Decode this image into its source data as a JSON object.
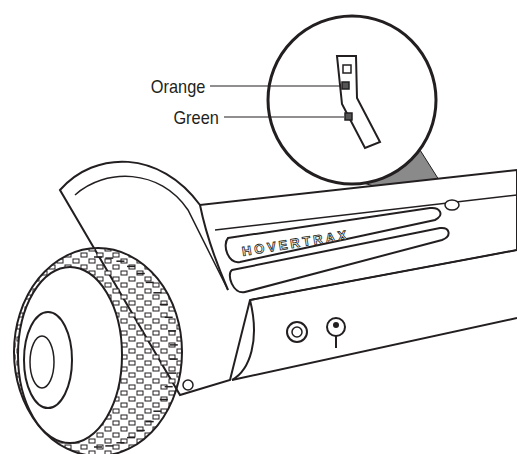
{
  "diagram": {
    "labels": [
      "Orange",
      "Green",
      "HOVERTRAX"
    ]
  }
}
